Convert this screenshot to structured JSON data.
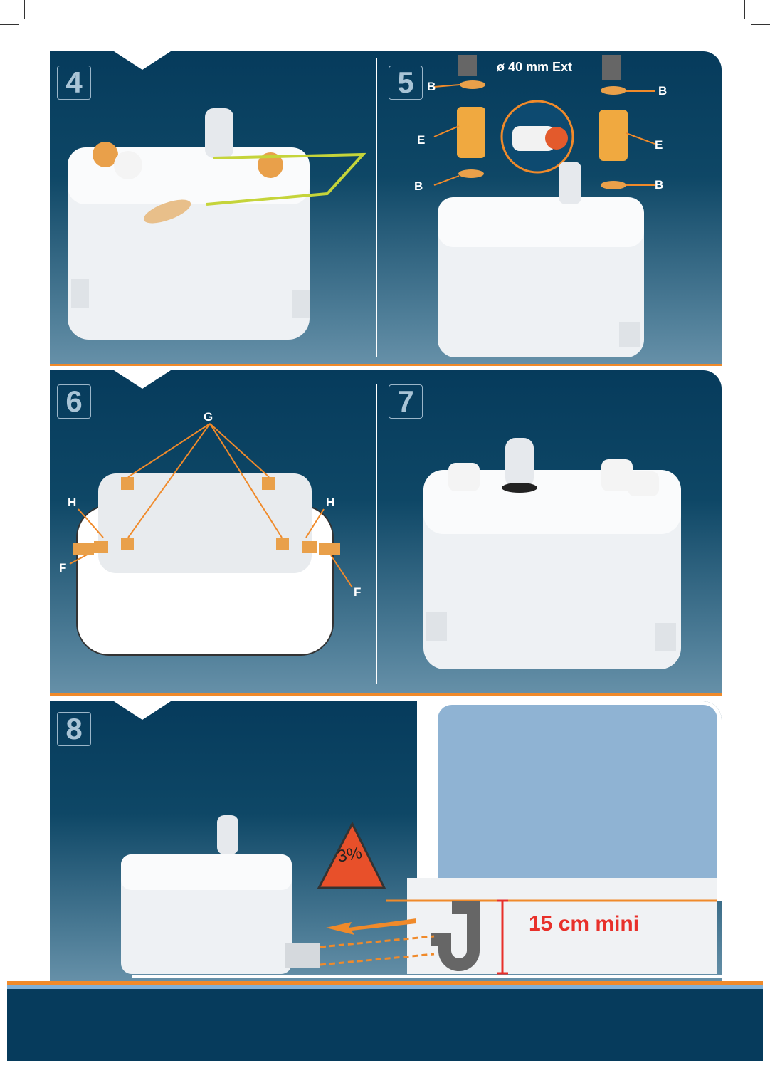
{
  "steps": [
    {
      "number": "4"
    },
    {
      "number": "5",
      "caption": "ø 40 mm Ext",
      "labels": [
        "B",
        "B",
        "E",
        "E",
        "B",
        "B"
      ]
    },
    {
      "number": "6",
      "labels": [
        "G",
        "H",
        "H",
        "F",
        "F"
      ]
    },
    {
      "number": "7"
    },
    {
      "number": "8",
      "slope": "3%",
      "height_note": "15 cm mini"
    }
  ],
  "colors": {
    "panel": "#063b5c",
    "accent": "#f08a2a",
    "warning": "#e8302a"
  }
}
